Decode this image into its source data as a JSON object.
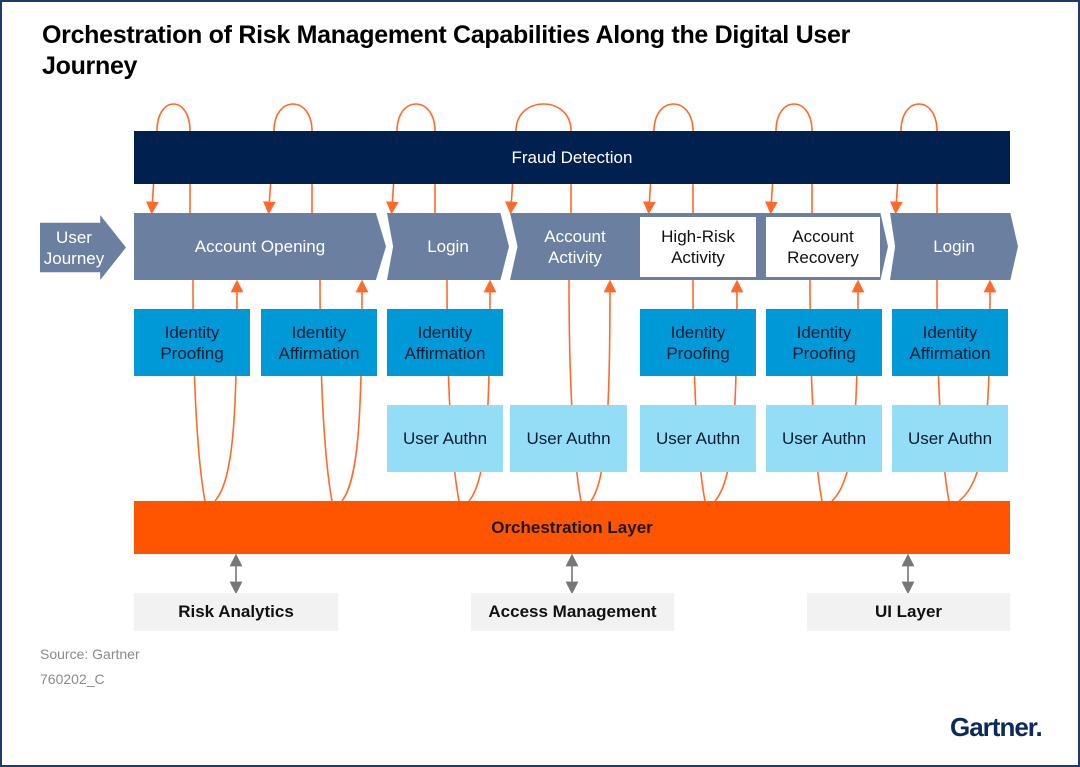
{
  "title": "Orchestration of Risk Management Capabilities Along the Digital User Journey",
  "fraud_detection": "Fraud Detection",
  "user_journey": "User Journey",
  "journey_steps": [
    "Account Opening",
    "Login",
    "Account Activity",
    "High-Risk Activity",
    "Account Recovery",
    "Login"
  ],
  "identity_boxes": [
    "Identity Proofing",
    "Identity Affirmation",
    "Identity Affirmation",
    "Identity Proofing",
    "Identity Proofing",
    "Identity Affirmation"
  ],
  "auth_boxes": [
    "User Authn",
    "User Authn",
    "User Authn",
    "User Authn",
    "User Authn"
  ],
  "orchestration_layer": "Orchestration Layer",
  "services": [
    "Risk Analytics",
    "Access Management",
    "UI Layer"
  ],
  "source": "Source: Gartner",
  "code": "760202_C",
  "logo": "Gartner.",
  "colors": {
    "fraud": "#002050",
    "journey": "#6b7fa1",
    "identity": "#0099d8",
    "auth": "#93ddf7",
    "orchestration": "#ff5500",
    "connector": "#ff6a2a"
  }
}
